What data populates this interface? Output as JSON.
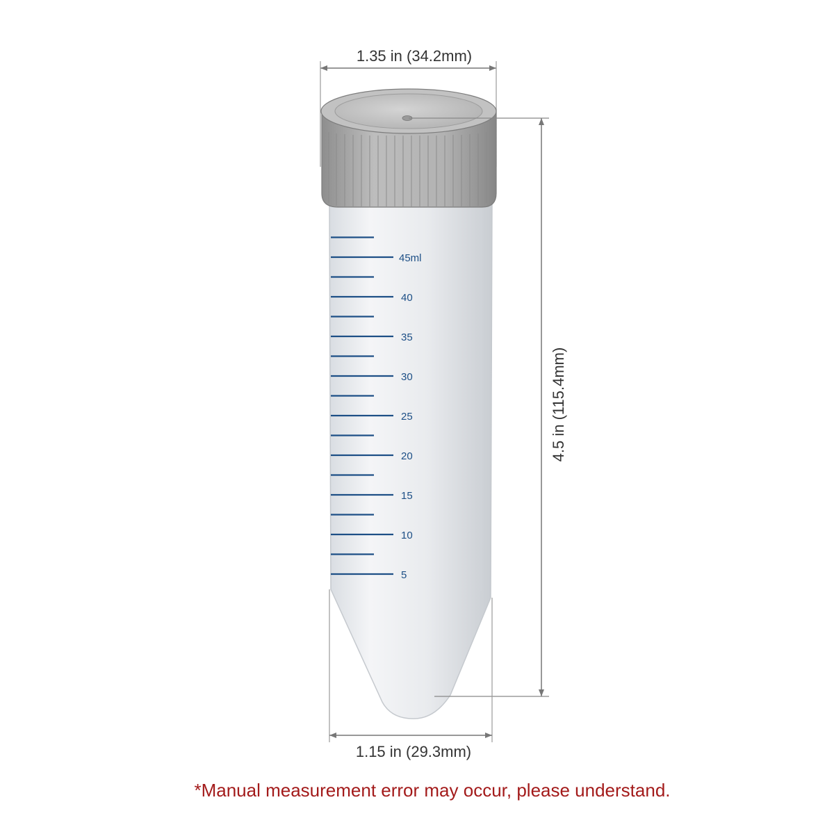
{
  "dimensions": {
    "top_width": "1.35 in (34.2mm)",
    "height": "4.5 in (115.4mm)",
    "bottom_width": "1.15 in (29.3mm)"
  },
  "graduations": {
    "labels": [
      "45ml",
      "40",
      "35",
      "30",
      "25",
      "20",
      "15",
      "10",
      "5"
    ],
    "marked_values": [
      45,
      40,
      35,
      30,
      25,
      20,
      15,
      10,
      5
    ],
    "minor_values": [
      47.5,
      42.5,
      37.5,
      32.5,
      27.5,
      22.5,
      17.5,
      12.5,
      7.5
    ]
  },
  "note": "*Manual measurement error may occur, please understand.",
  "colors": {
    "graduation": "#1d4f86",
    "cap": "#a8a8a8",
    "note": "#a31b1b"
  }
}
